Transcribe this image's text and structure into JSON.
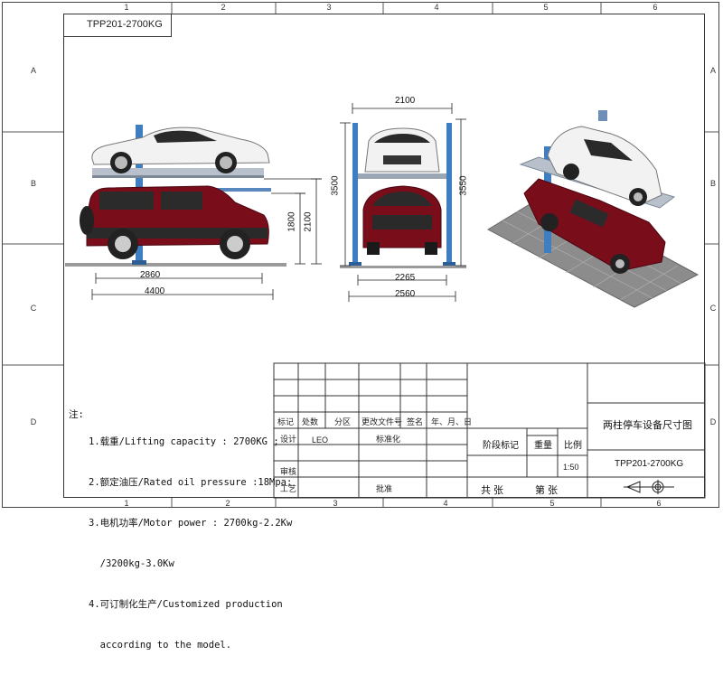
{
  "header_code": "TPP201-2700KG",
  "zones": {
    "columns": [
      "1",
      "2",
      "3",
      "4",
      "5",
      "6"
    ],
    "rows": [
      "A",
      "B",
      "C",
      "D"
    ]
  },
  "dimensions": {
    "side_height_lower": "1800",
    "side_height_total": "2100",
    "side_post_span": "2860",
    "side_overall_length": "4400",
    "front_top_width": "2100",
    "front_height_left": "3500",
    "front_height_right": "3550",
    "front_inner_width": "2265",
    "front_overall_width": "2560"
  },
  "notes": {
    "prefix": "注:",
    "lines": [
      "1.载重/Lifting capacity : 2700KG ;",
      "2.额定油压/Rated oil pressure :18Mpa;",
      "3.电机功率/Motor power : 2700kg-2.2Kw",
      "  /3200kg-3.0Kw",
      "4.可订制化生产/Customized production",
      "  according to the model."
    ]
  },
  "title_block": {
    "headers": [
      "标记",
      "处数",
      "分区",
      "更改文件号",
      "签名",
      "年、月、日"
    ],
    "design_label": "设计",
    "designer": "LEO",
    "standardize_label": "标准化",
    "review_label": "审核",
    "process_label": "工艺",
    "approve_label": "批准",
    "stage_mark_label": "阶段标记",
    "weight_label": "重量",
    "scale_label": "比例",
    "scale_value": "1:50",
    "total_sheets_label": "共   张",
    "sheet_no_label": "第   张",
    "drawing_title": "两柱停车设备尺寸图",
    "drawing_code": "TPP201-2700KG"
  }
}
